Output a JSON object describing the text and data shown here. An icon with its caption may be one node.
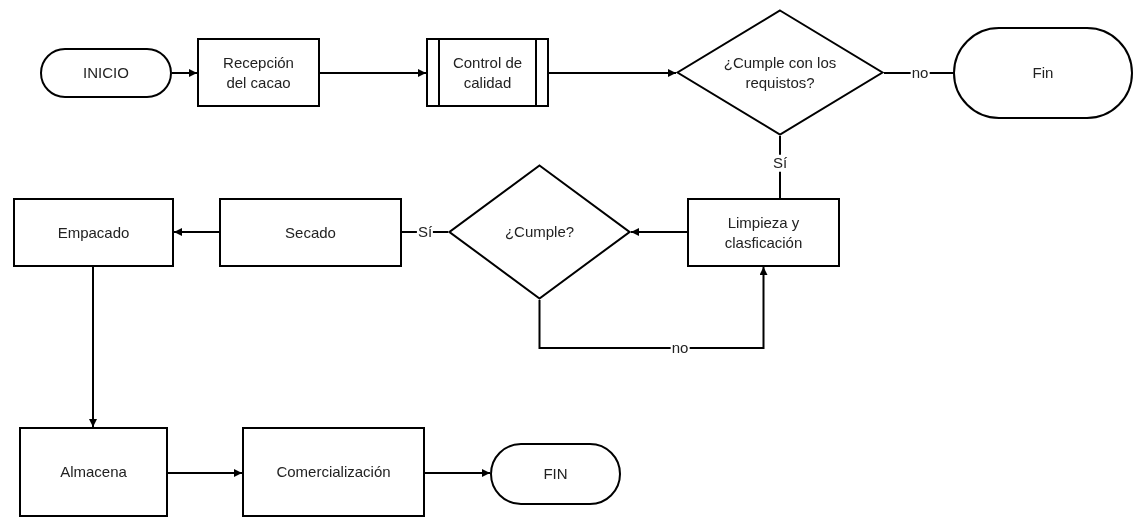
{
  "diagram": {
    "nodes": [
      {
        "text": [
          "INICIO"
        ]
      },
      {
        "text": [
          "Recepción del cacao"
        ]
      },
      {
        "text": [
          "Control de calidad"
        ]
      },
      {
        "text": [
          "¿Cumple con los requistos?"
        ]
      },
      {
        "text": [
          "Fin"
        ]
      },
      {
        "text": [
          "Limpieza y clasficación"
        ]
      },
      {
        "text": [
          "¿Cumple?"
        ]
      },
      {
        "text": [
          "Secado"
        ]
      },
      {
        "text": [
          "Empacado"
        ]
      },
      {
        "text": [
          "Almacena"
        ]
      },
      {
        "text": [
          "Comercialización"
        ]
      },
      {
        "text": [
          "FIN"
        ]
      }
    ],
    "edges": [
      {
        "from": 0,
        "to": 1,
        "arrow": "to"
      },
      {
        "from": 1,
        "to": 2,
        "arrow": "to"
      },
      {
        "from": 2,
        "to": 3,
        "arrow": "to"
      },
      {
        "from": 3,
        "to": 4,
        "arrow": "none",
        "label": "no"
      },
      {
        "from": 3,
        "to": 5,
        "arrow": "none",
        "label": "Sí"
      },
      {
        "from": 5,
        "to": 6,
        "arrow": "to"
      },
      {
        "from": 6,
        "to": 7,
        "arrow": "none",
        "label": "Sí"
      },
      {
        "from": 6,
        "to": 5,
        "arrow": "to",
        "label": "no"
      },
      {
        "from": 7,
        "to": 8,
        "arrow": "to"
      },
      {
        "from": 8,
        "to": 9,
        "arrow": "to"
      },
      {
        "from": 9,
        "to": 10,
        "arrow": "to"
      },
      {
        "from": 10,
        "to": 11,
        "arrow": "to"
      }
    ]
  }
}
